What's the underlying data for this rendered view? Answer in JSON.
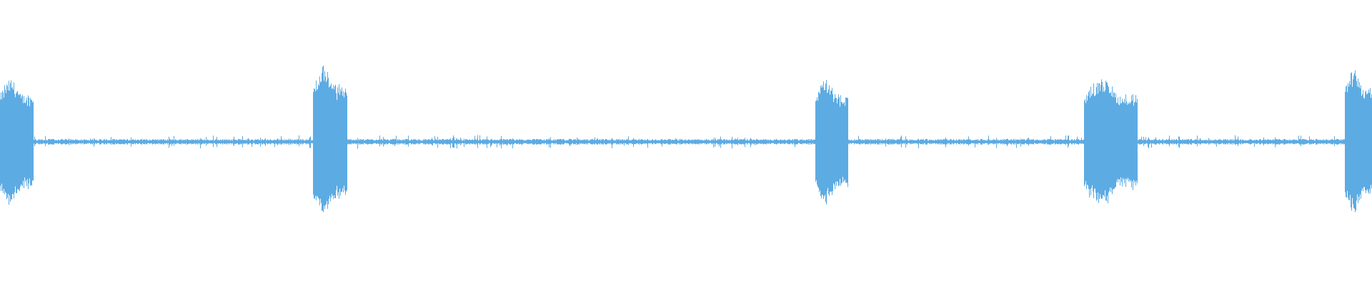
{
  "waveform": {
    "color": "#5DABE3",
    "background": "#FFFFFF",
    "baseline_level": 0.02,
    "bursts": [
      {
        "start": 0.0,
        "end": 0.024,
        "peak": 0.46
      },
      {
        "start": 0.228,
        "end": 0.253,
        "peak": 0.55
      },
      {
        "start": 0.594,
        "end": 0.618,
        "peak": 0.45
      },
      {
        "start": 0.79,
        "end": 0.829,
        "peak": 0.46
      },
      {
        "start": 0.98,
        "end": 1.0,
        "peak": 0.53
      }
    ]
  }
}
